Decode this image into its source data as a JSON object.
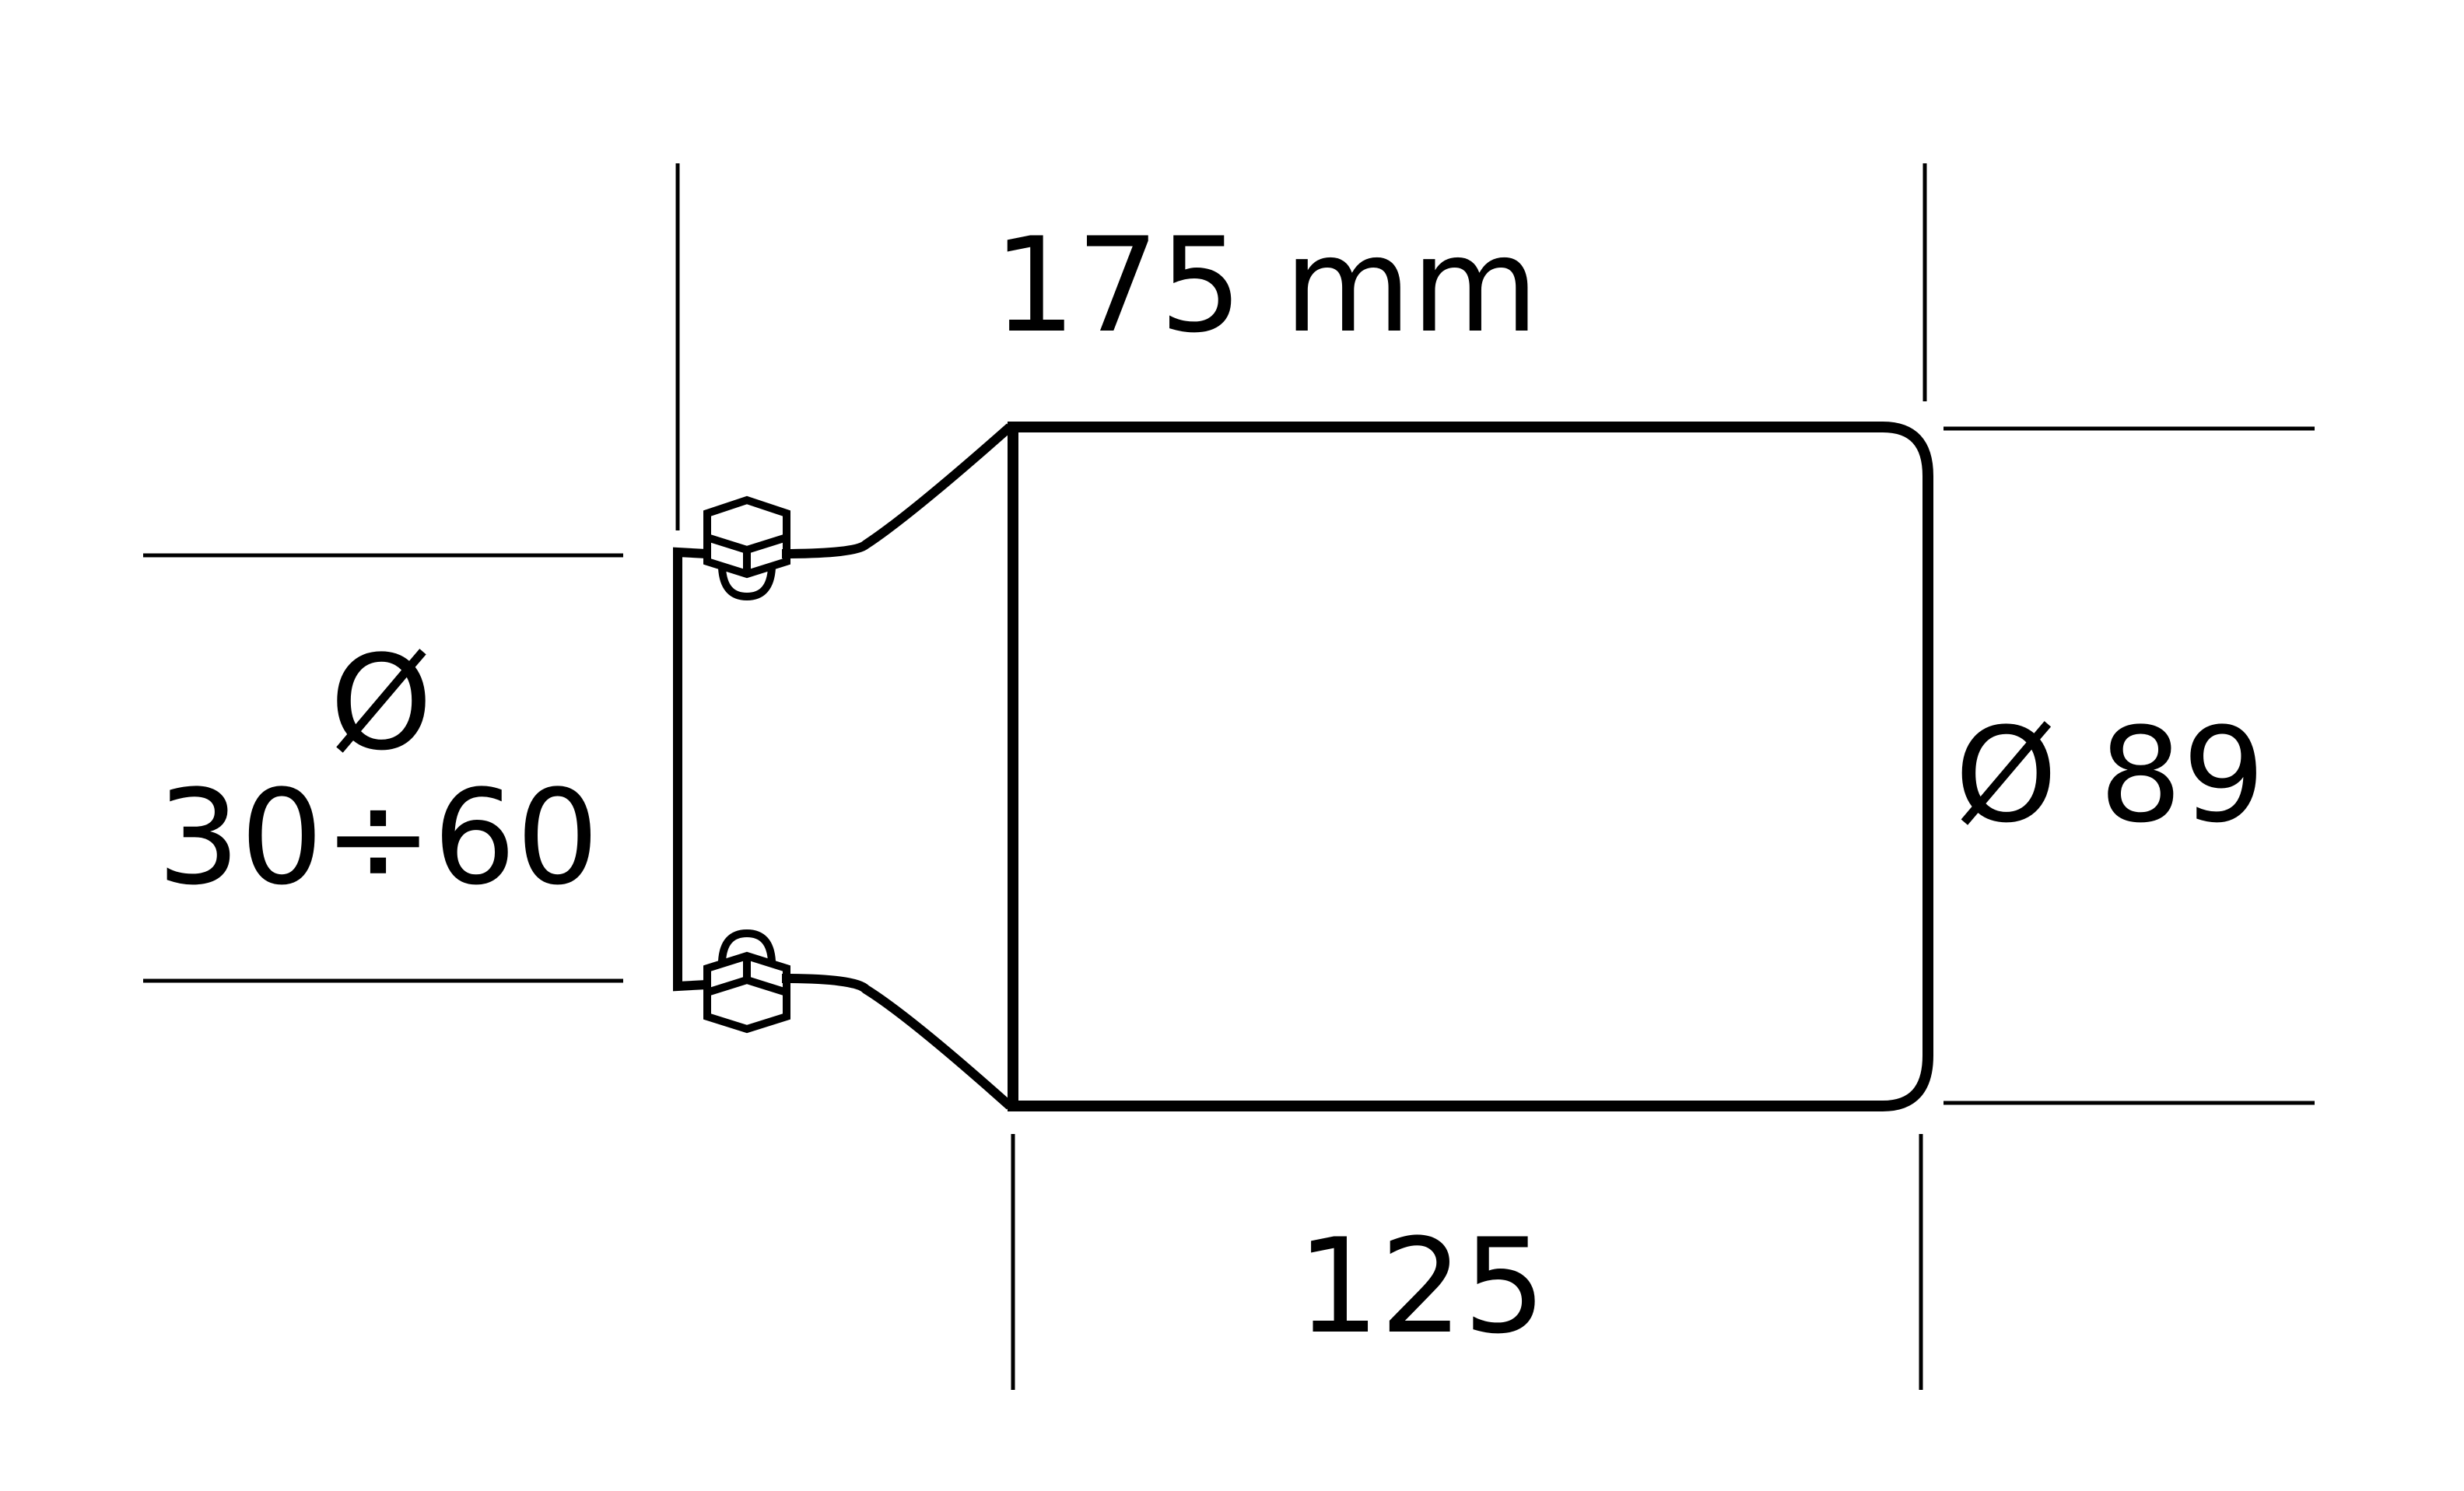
{
  "drawing": {
    "overall_length": "175 mm",
    "body_length": "125",
    "inlet_diameter_symbol": "Ø",
    "inlet_diameter_range": "30÷60",
    "outlet_diameter": "Ø 89"
  },
  "colors": {
    "line": "#000000",
    "background": "#ffffff"
  }
}
